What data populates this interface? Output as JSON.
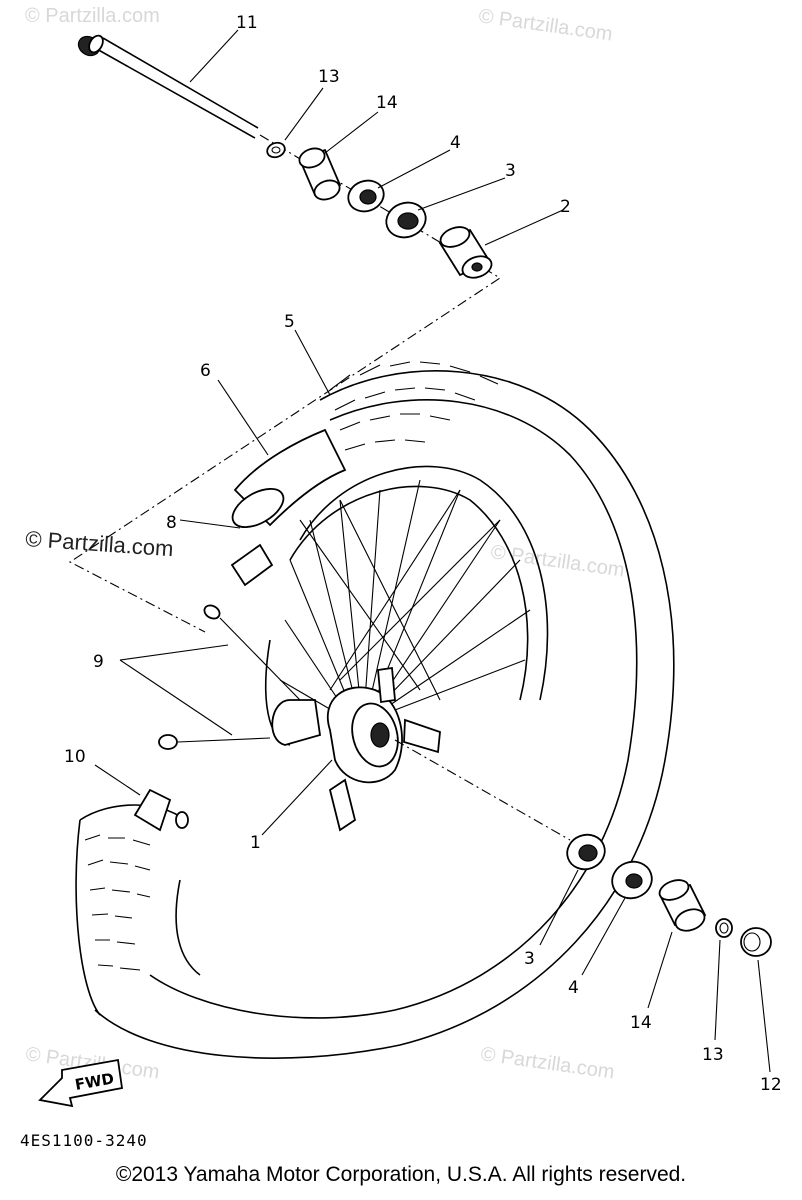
{
  "callouts": {
    "c1": "1",
    "c2": "2",
    "c3_top": "3",
    "c4_top": "4",
    "c5": "5",
    "c6": "6",
    "c8": "8",
    "c9": "9",
    "c10": "10",
    "c11": "11",
    "c12": "12",
    "c13_top": "13",
    "c14_top": "14",
    "c3_bottom": "3",
    "c4_bottom": "4",
    "c14_bottom": "14",
    "c13_bottom": "13"
  },
  "watermarks": {
    "wm1": "© Partzilla.com",
    "wm2": "© Partzilla.com",
    "wm_mid_left": "© Partzilla.com",
    "wm_mid_right": "© Partzilla.com",
    "wm_bottom_left": "© Partzilla.com",
    "wm_bottom_right": "© Partzilla.com"
  },
  "fwd_label": "FWD",
  "part_code": "4ES1100-3240",
  "copyright": "©2013 Yamaha Motor Corporation, U.S.A. All rights reserved."
}
